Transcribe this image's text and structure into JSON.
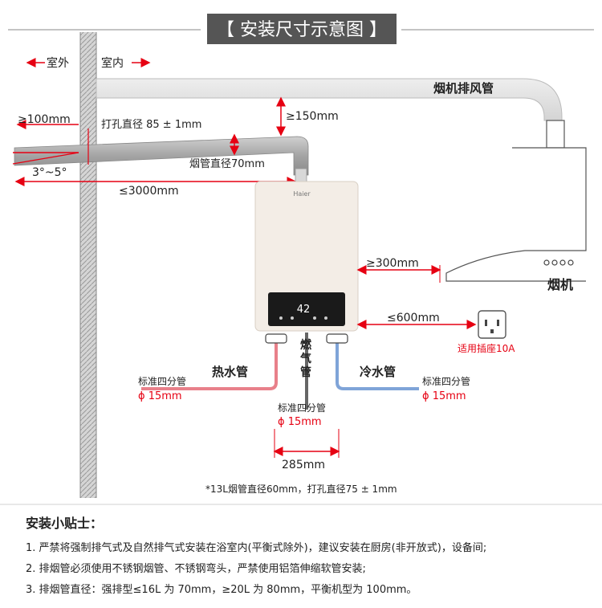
{
  "title": "【 安装尺寸示意图 】",
  "labels": {
    "outdoor": "室外",
    "indoor": "室内",
    "hood_duct": "烟机排风管",
    "dim_100": "≥100mm",
    "hole_dia": "打孔直径 85 ± 1mm",
    "dim_150": "≥150mm",
    "flue_dia": "烟管直径70mm",
    "slope": "3°~5°",
    "dim_3000": "≤3000mm",
    "brand": "Haier",
    "display": "42",
    "dim_300": "≥300mm",
    "hood": "烟机",
    "dim_600": "≤600mm",
    "socket": "适用插座10A",
    "gas_pipe": "燃气管",
    "hot_pipe": "热水管",
    "cold_pipe": "冷水管",
    "std_pipe_left": "标准四分管",
    "phi_left": "ϕ 15mm",
    "std_pipe_mid": "标准四分管",
    "phi_mid": "ϕ 15mm",
    "std_pipe_right": "标准四分管",
    "phi_right": "ϕ 15mm",
    "dim_285": "285mm",
    "note_13l": "*13L烟管直径60mm，打孔直径75 ± 1mm"
  },
  "tips": {
    "title": "安装小贴士：",
    "items": [
      "1. 严禁将强制排气式及自然排气式安装在浴室内(平衡式除外)，建议安装在厨房(非开放式)，设备间;",
      "2. 排烟管必须使用不锈钢烟管、不锈钢弯头，严禁使用铝箔伸缩软管安装;",
      "3. 排烟管直径：强排型≤16L 为 70mm，≥20L 为 80mm，平衡机型为 100mm。"
    ]
  },
  "colors": {
    "dimension_red": "#e60012",
    "wall_gray": "#9a9a9a",
    "pipe_gray": "#a8a8a8",
    "heater_body": "#f3ede6",
    "hot_pipe": "#e8808a",
    "cold_pipe": "#7fa4d8",
    "title_bg": "#555555"
  }
}
